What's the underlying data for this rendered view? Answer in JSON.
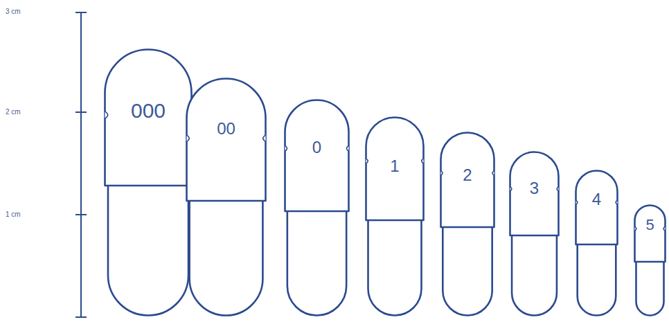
{
  "diagram": {
    "nodes": [
      {
        "text": [
          "000"
        ]
      },
      {
        "text": [
          "00"
        ]
      },
      {
        "text": [
          "0"
        ]
      },
      {
        "text": [
          "1"
        ]
      },
      {
        "text": [
          "2"
        ]
      },
      {
        "text": [
          "3"
        ]
      },
      {
        "text": [
          "4"
        ]
      },
      {
        "text": [
          "5"
        ]
      }
    ],
    "labels": [
      "3 cm",
      "2 cm",
      "1 cm"
    ]
  }
}
